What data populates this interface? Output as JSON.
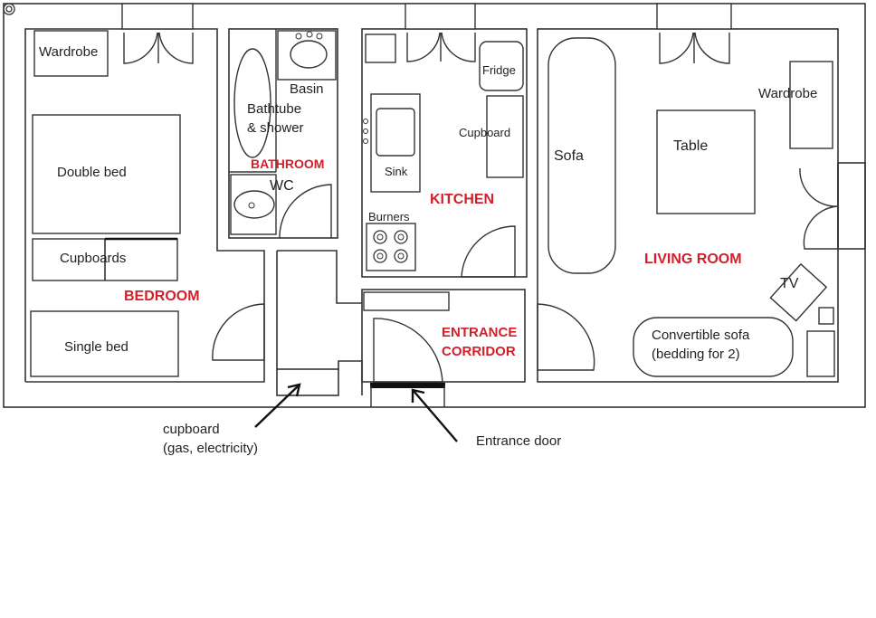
{
  "furniture": {
    "wardrobe_bedroom": "Wardrobe",
    "double_bed": "Double bed",
    "cupboards": "Cupboards",
    "single_bed": "Single bed",
    "bathtub_line1": "Bathtube",
    "bathtub_line2": "& shower",
    "basin": "Basin",
    "wc": "WC",
    "fridge": "Fridge",
    "cupboard_kitchen": "Cupboard",
    "sink": "Sink",
    "burners": "Burners",
    "sofa": "Sofa",
    "table": "Table",
    "wardrobe_living": "Wardrobe",
    "tv": "TV",
    "convertible_sofa_line1": "Convertible sofa",
    "convertible_sofa_line2": "(bedding for 2)"
  },
  "rooms": {
    "bedroom": "BEDROOM",
    "bathroom": "BATHROOM",
    "kitchen": "KITCHEN",
    "entrance_line1": "ENTRANCE",
    "entrance_line2": "CORRIDOR",
    "living_room": "LIVING ROOM"
  },
  "annotations": {
    "cupboard_line1": "cupboard",
    "cupboard_line2": "(gas, electricity)",
    "entrance_door": "Entrance door"
  },
  "colors": {
    "room_label": "#d21f2a",
    "line": "#333333"
  }
}
